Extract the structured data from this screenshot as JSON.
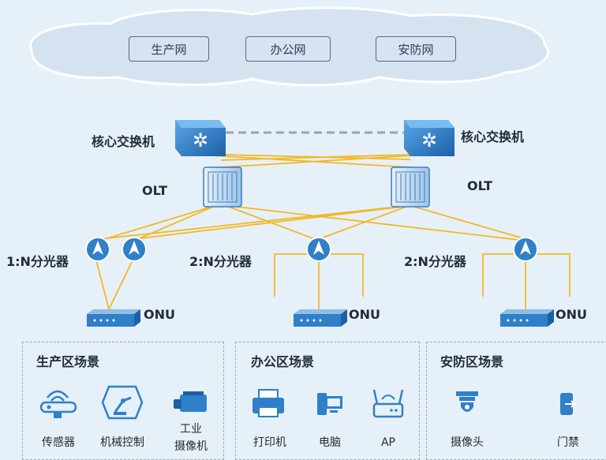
{
  "cloud": {
    "networks": [
      "生产网",
      "办公网",
      "安防网"
    ]
  },
  "core": {
    "left_label": "核心交换机",
    "right_label": "核心交换机"
  },
  "olt": {
    "left_label": "OLT",
    "right_label": "OLT"
  },
  "splitters": {
    "left_label": "1:N分光器",
    "middle_label": "2:N分光器",
    "right_label": "2:N分光器"
  },
  "onu": {
    "left_label": "ONU",
    "middle_label": "ONU",
    "right_label": "ONU"
  },
  "zones": [
    {
      "title": "生产区场景",
      "devices": [
        "传感器",
        "机械控制",
        "工业\n摄像机"
      ]
    },
    {
      "title": "办公区场景",
      "devices": [
        "打印机",
        "电脑",
        "AP"
      ]
    },
    {
      "title": "安防区场景",
      "devices": [
        "摄像头",
        "门禁"
      ]
    }
  ],
  "colors": {
    "fiber": "#f2b824",
    "cloud": "#d5e3f0",
    "device_blue": "#2f80c8",
    "dashed_link": "#9aa4ae"
  }
}
